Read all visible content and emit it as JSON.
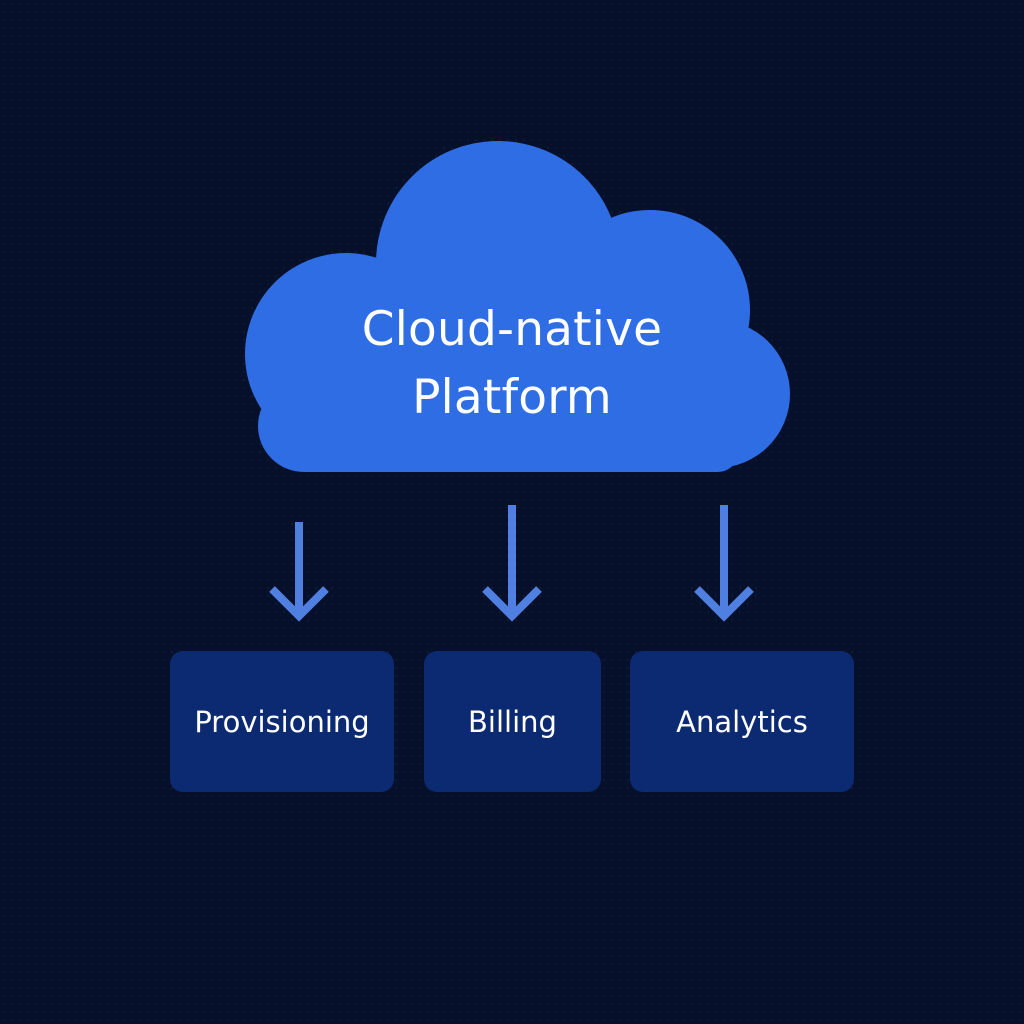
{
  "diagram": {
    "cloud": {
      "line1": "Cloud-native",
      "line2": "Platform"
    },
    "services": [
      {
        "label": "Provisioning"
      },
      {
        "label": "Billing"
      },
      {
        "label": "Analytics"
      }
    ]
  },
  "colors": {
    "background": "#06102a",
    "cloud": "#2f6de4",
    "arrow": "#4f7fe0",
    "box": "#0c2a72",
    "text": "#ffffff"
  },
  "icons": [
    "cloud-icon",
    "arrow-down-icon"
  ]
}
